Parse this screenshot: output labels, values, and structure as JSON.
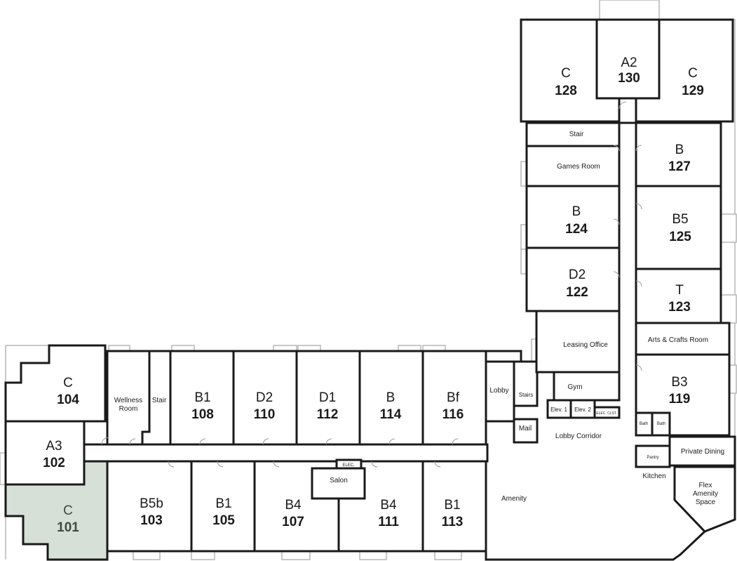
{
  "units": [
    {
      "type": "C",
      "number": "101",
      "selected": true
    },
    {
      "type": "A3",
      "number": "102"
    },
    {
      "type": "B5b",
      "number": "103"
    },
    {
      "type": "C",
      "number": "104"
    },
    {
      "type": "B1",
      "number": "105"
    },
    {
      "type": "B4",
      "number": "107"
    },
    {
      "type": "B1",
      "number": "108"
    },
    {
      "type": "D2",
      "number": "110"
    },
    {
      "type": "B4",
      "number": "111"
    },
    {
      "type": "D1",
      "number": "112"
    },
    {
      "type": "B1",
      "number": "113"
    },
    {
      "type": "B",
      "number": "114"
    },
    {
      "type": "Bf",
      "number": "116"
    },
    {
      "type": "B3",
      "number": "119"
    },
    {
      "type": "D2",
      "number": "122"
    },
    {
      "type": "T",
      "number": "123"
    },
    {
      "type": "B",
      "number": "124"
    },
    {
      "type": "B5",
      "number": "125"
    },
    {
      "type": "B",
      "number": "127"
    },
    {
      "type": "C",
      "number": "128"
    },
    {
      "type": "C",
      "number": "129"
    },
    {
      "type": "A2",
      "number": "130"
    }
  ],
  "amenities": {
    "wellness": [
      "Wellness",
      "Room"
    ],
    "stair_west": "Stair",
    "salon": "Salon",
    "elec_south": "ELEC.",
    "amenity": "Amenity",
    "lobby": "Lobby",
    "stairs": "Stairs",
    "mail": "Mail",
    "gym": "Gym",
    "elev1": "Elev. 1",
    "elev2": "Elev. 2",
    "elec_clst": "ELEC. CLST.",
    "lobby_corridor": "Lobby Corridor",
    "leasing": "Leasing Office",
    "stair_north": "Stair",
    "games": "Games Room",
    "arts": "Arts & Crafts Room",
    "bath1": "Bath",
    "bath2": "Bath",
    "pantry": "Pantry",
    "private_dining": "Private Dining",
    "kitchen": "Kitchen",
    "flex": [
      "Flex",
      "Amenity",
      "Space"
    ]
  },
  "colors": {
    "selected_unit": "#d6e0d6",
    "wall": "#1a1a1a",
    "window": "#b5b5b5"
  }
}
